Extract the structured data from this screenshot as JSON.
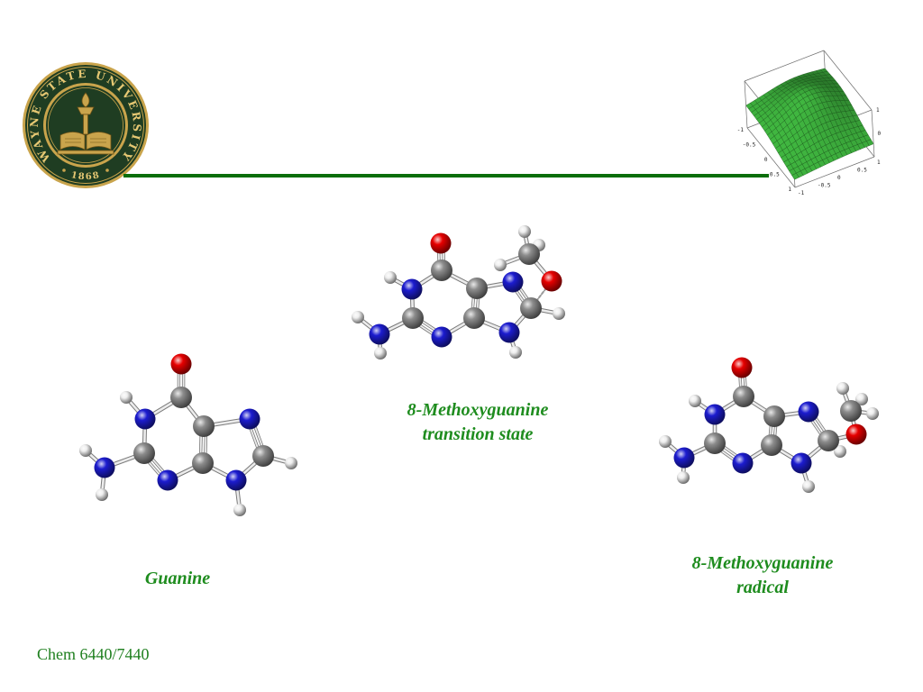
{
  "logo": {
    "ring_text": "WAYNE STATE UNIVERSITY",
    "year": "1868",
    "gold": "#c9a44c",
    "green": "#1f3d22",
    "text_color": "#e6c873"
  },
  "divider_color": "#0b6e0b",
  "surface_plot": {
    "surface_color": "#3aa63a",
    "mesh_color": "#124d12",
    "box_color": "#6e6e6e",
    "x_ticks": [
      "-1",
      "-0.5",
      "0",
      "0.5",
      "1"
    ],
    "y_ticks": [
      "-1",
      "-0.5",
      "0",
      "0.5",
      "1"
    ],
    "z_ticks": [
      "0",
      "1"
    ]
  },
  "atom_colors": {
    "O": "#e60000",
    "N": "#1c1ccf",
    "C": "#8c8c8c",
    "H": "#eeeeee"
  },
  "captions": {
    "color": "#1e8c1e",
    "guanine": [
      "Guanine"
    ],
    "transition_state": [
      "8-Methoxyguanine",
      "transition state"
    ],
    "radical": [
      "8-Methoxyguanine",
      "radical"
    ]
  },
  "footer": {
    "course": "Chem 6440/7440",
    "color": "#1e7f1e"
  }
}
